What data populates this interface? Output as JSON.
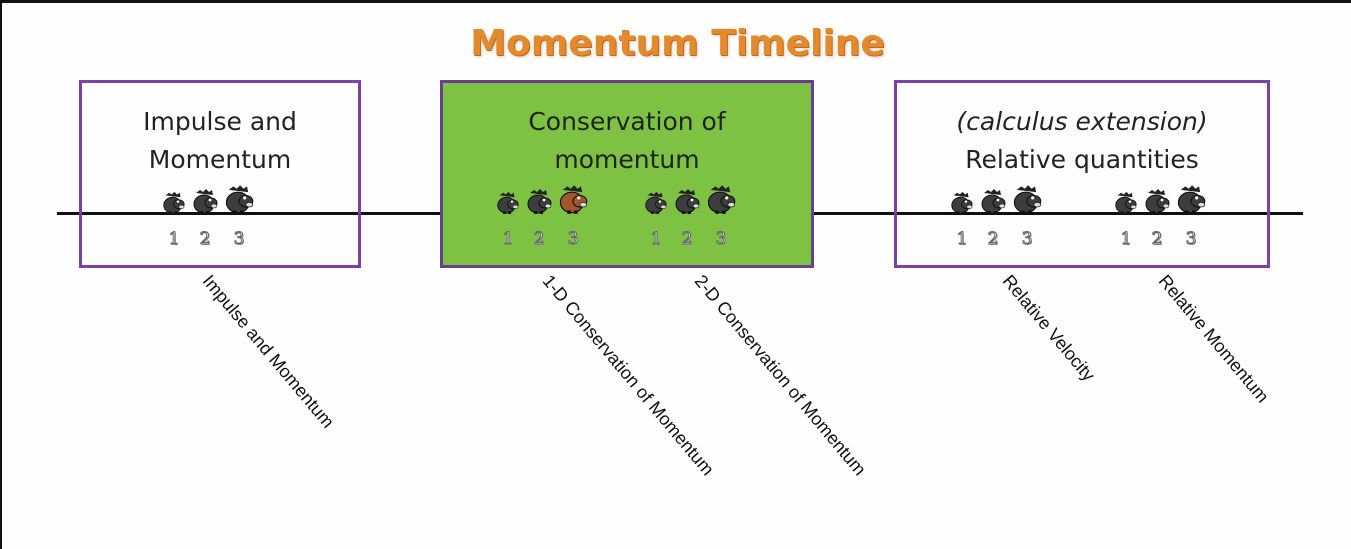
{
  "title": "Momentum Timeline",
  "colors": {
    "title": "#e58a2c",
    "box_border": "#7e3fa6",
    "highlight_fill": "#7dc242",
    "timeline": "#111111",
    "creature_gray": "#3d3d3d",
    "creature_orange": "#a3562a"
  },
  "sections": [
    {
      "lines": [
        "Impulse and",
        "Momentum"
      ],
      "highlighted": false
    },
    {
      "lines": [
        "Conservation of",
        "momentum"
      ],
      "highlighted": true
    },
    {
      "lines": [
        "(calculus extension)",
        "Relative quantities"
      ],
      "highlighted": false
    }
  ],
  "topics": [
    {
      "label": "Impulse and Momentum",
      "level_numbers": [
        "1",
        "2",
        "3"
      ],
      "highlight_level": null,
      "icon": "beaver-icon"
    },
    {
      "label": "1-D Conservation of Momentum",
      "level_numbers": [
        "1",
        "2",
        "3"
      ],
      "highlight_level": "3",
      "icon": "beaver-icon"
    },
    {
      "label": "2-D Conservation of Momentum",
      "level_numbers": [
        "1",
        "2",
        "3"
      ],
      "highlight_level": null,
      "icon": "beaver-icon"
    },
    {
      "label": "Relative Velocity",
      "level_numbers": [
        "1",
        "2",
        "3"
      ],
      "highlight_level": null,
      "icon": "beaver-icon"
    },
    {
      "label": "Relative Momentum",
      "level_numbers": [
        "1",
        "2",
        "3"
      ],
      "highlight_level": null,
      "icon": "beaver-icon"
    }
  ]
}
